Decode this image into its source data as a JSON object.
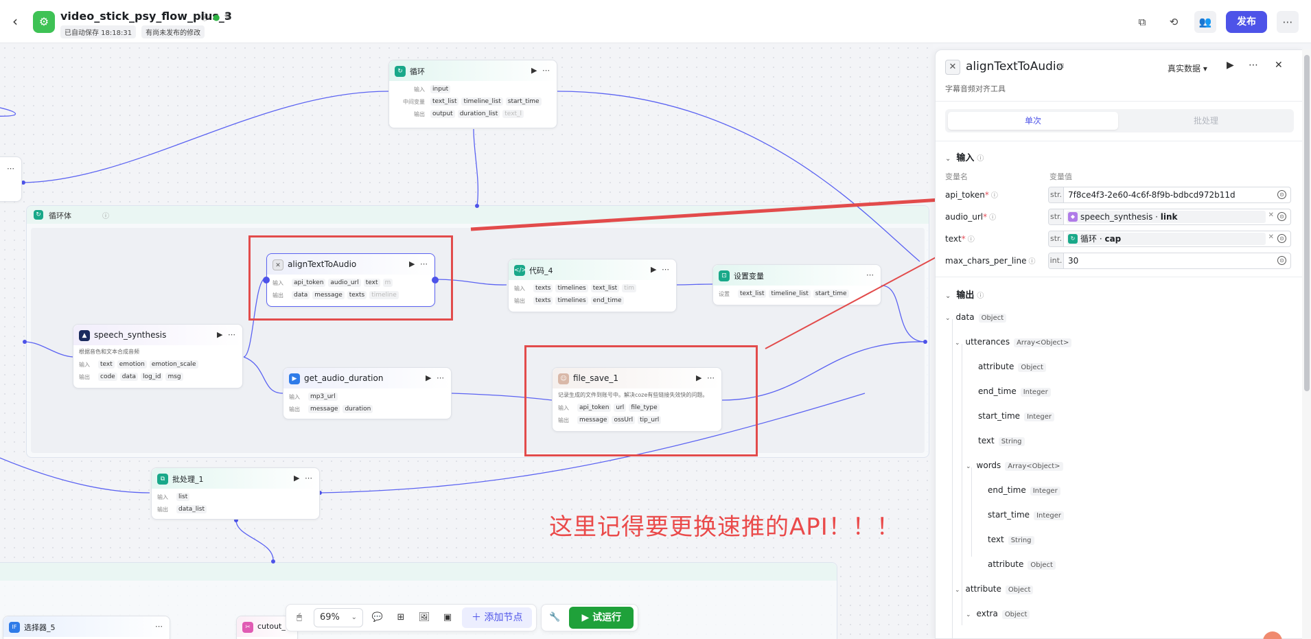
{
  "header": {
    "title": "video_stick_psy_flow_plus_3",
    "autosave": "已自动保存 18:18:31",
    "unpublished": "有尚未发布的修改",
    "publish_label": "发布"
  },
  "canvas": {
    "loop_body_title": "循环体",
    "annotation": "这里记得要更换速推的API！！！",
    "nodes": {
      "loop": {
        "title": "循环",
        "input_label": "输入",
        "input_chips": [
          "input"
        ],
        "mid_label": "中间变量",
        "mid_chips": [
          "text_list",
          "timeline_list",
          "start_time"
        ],
        "output_label": "输出",
        "output_chips": [
          "output",
          "duration_list",
          "text_l"
        ]
      },
      "align": {
        "title": "alignTextToAudio",
        "in_label": "输入",
        "in_chips": [
          "api_token",
          "audio_url",
          "text",
          "m"
        ],
        "out_label": "输出",
        "out_chips": [
          "data",
          "message",
          "texts",
          "timeline"
        ]
      },
      "code4": {
        "title": "代码_4",
        "in_label": "输入",
        "in_chips": [
          "texts",
          "timelines",
          "text_list",
          "tim"
        ],
        "out_label": "输出",
        "out_chips": [
          "texts",
          "timelines",
          "end_time"
        ]
      },
      "setvar": {
        "title": "设置变量",
        "set_label": "设置",
        "set_chips": [
          "text_list",
          "timeline_list",
          "start_time"
        ]
      },
      "speech": {
        "title": "speech_synthesis",
        "desc": "根据音色和文本合成音频",
        "in_label": "输入",
        "in_chips": [
          "text",
          "emotion",
          "emotion_scale"
        ],
        "out_label": "输出",
        "out_chips": [
          "code",
          "data",
          "log_id",
          "msg"
        ]
      },
      "duration": {
        "title": "get_audio_duration",
        "in_label": "输入",
        "in_chips": [
          "mp3_url"
        ],
        "out_label": "输出",
        "out_chips": [
          "message",
          "duration"
        ]
      },
      "filesave": {
        "title": "file_save_1",
        "desc": "记录生成的文件到账号中。解决coze有些链接失效快的问题。",
        "in_label": "输入",
        "in_chips": [
          "api_token",
          "url",
          "file_type"
        ],
        "out_label": "输出",
        "out_chips": [
          "message",
          "ossUrl",
          "tip_url"
        ]
      },
      "batch": {
        "title": "批处理_1",
        "in_label": "输入",
        "in_chips": [
          "list"
        ],
        "out_label": "输出",
        "out_chips": [
          "data_list"
        ]
      },
      "selector": {
        "title": "选择器_5"
      },
      "cutout": {
        "title": "cutout_"
      }
    }
  },
  "toolbar": {
    "zoom": "69%",
    "add_node": "添加节点",
    "run": "试运行"
  },
  "panel": {
    "title": "alignTextToAudio",
    "subtitle": "字幕音频对齐工具",
    "data_mode": "真实数据",
    "tab_single": "单次",
    "tab_batch": "批处理",
    "input_section": "输入",
    "col_name": "变量名",
    "col_value": "变量值",
    "fields": [
      {
        "name": "api_token",
        "type": "str.",
        "value": "7f8ce4f3-2e60-4c6f-8f9b-bdbcd972b11d"
      },
      {
        "name": "audio_url",
        "type": "str.",
        "ref_node": "speech_synthesis",
        "ref_var": "link"
      },
      {
        "name": "text",
        "type": "str.",
        "ref_node": "循环",
        "ref_var": "cap"
      },
      {
        "name": "max_chars_per_line",
        "type": "int.",
        "value": "30"
      }
    ],
    "output_section": "输出",
    "tree": [
      {
        "name": "data",
        "type": "Object"
      },
      {
        "name": "utterances",
        "type": "Array<Object>"
      },
      {
        "name": "attribute",
        "type": "Object"
      },
      {
        "name": "end_time",
        "type": "Integer"
      },
      {
        "name": "start_time",
        "type": "Integer"
      },
      {
        "name": "text",
        "type": "String"
      },
      {
        "name": "words",
        "type": "Array<Object>"
      },
      {
        "name": "end_time",
        "type": "Integer"
      },
      {
        "name": "start_time",
        "type": "Integer"
      },
      {
        "name": "text",
        "type": "String"
      },
      {
        "name": "attribute",
        "type": "Object"
      },
      {
        "name": "attribute",
        "type": "Object"
      },
      {
        "name": "extra",
        "type": "Object"
      }
    ]
  },
  "colors": {
    "accent": "#4d53e8",
    "annotation_red": "#e24b4b",
    "run_green": "#1fa13a",
    "loop_teal": "#19a889"
  }
}
